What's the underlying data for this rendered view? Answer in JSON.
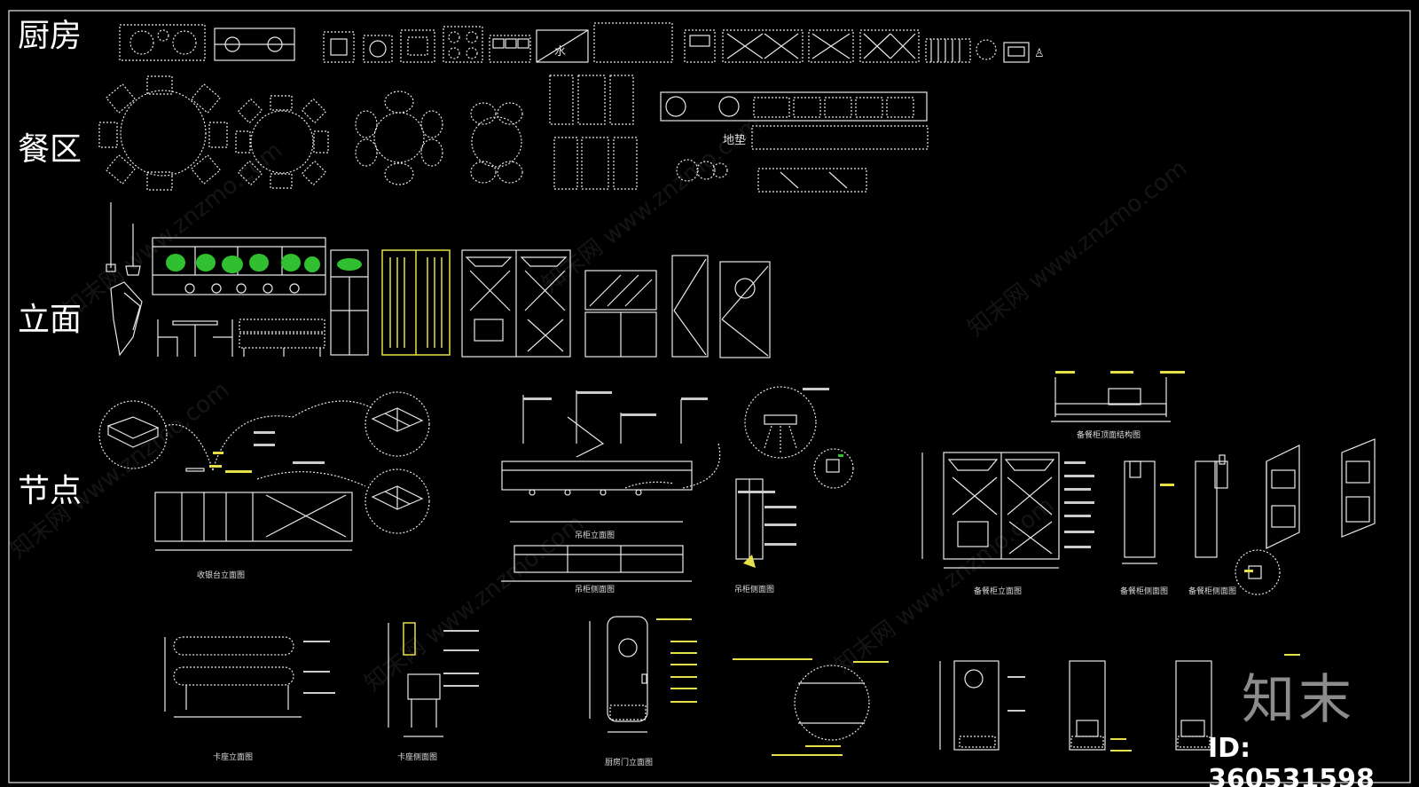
{
  "sections": {
    "kitchen": "厨房",
    "dining": "餐区",
    "elevation": "立面",
    "detail": "节点"
  },
  "labels": {
    "floor_mat": "地垫"
  },
  "captions": {
    "cashier": "收银台立面图",
    "ceiling_elev": "吊柜立面图",
    "ceiling_side": "吊柜侧面图",
    "sideboard_top": "备餐柜顶面结构图",
    "sideboard_elev": "备餐柜立面图",
    "sideboard_side1": "备餐柜侧面图",
    "sideboard_side2": "备餐柜侧面图",
    "booth_elev": "卡座立面图",
    "booth_side": "卡座侧面图",
    "kitchen_door": "厨房门立面图"
  },
  "watermark": {
    "text": "知末网 www.znzmo.com",
    "brand": "知末",
    "id": "ID: 360531598"
  },
  "colors": {
    "background": "#000000",
    "line": "#e8e8e8",
    "highlight": "#e6e04a",
    "plant": "#2fbf2f"
  }
}
